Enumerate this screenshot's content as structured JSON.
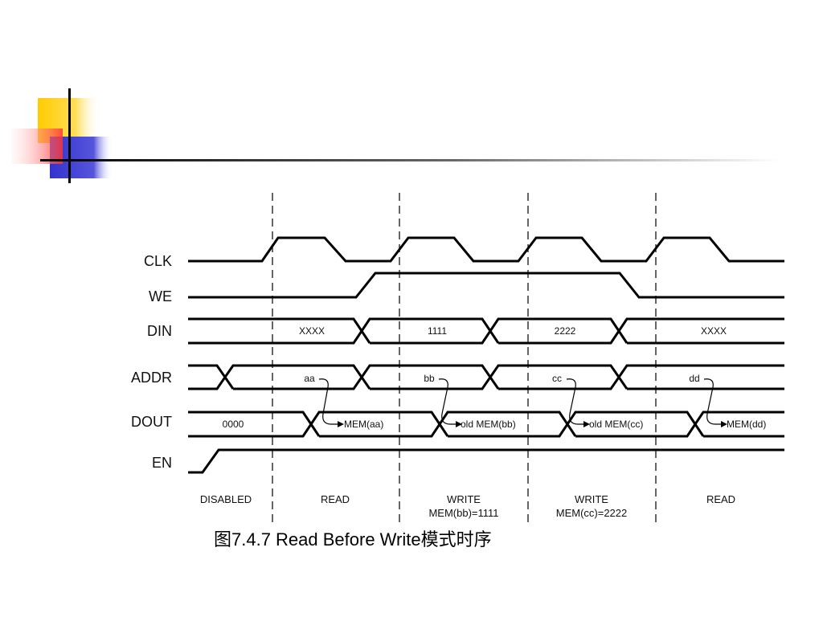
{
  "diagram": {
    "signals": [
      {
        "name": "CLK"
      },
      {
        "name": "WE"
      },
      {
        "name": "DIN",
        "values": [
          "XXXX",
          "1111",
          "2222",
          "XXXX"
        ]
      },
      {
        "name": "ADDR",
        "values": [
          "aa",
          "bb",
          "cc",
          "dd"
        ]
      },
      {
        "name": "DOUT",
        "values": [
          "0000",
          "MEM(aa)",
          "old MEM(bb)",
          "old MEM(cc)",
          "MEM(dd)"
        ]
      },
      {
        "name": "EN"
      }
    ],
    "phases": [
      {
        "label": "DISABLED",
        "sub": ""
      },
      {
        "label": "READ",
        "sub": ""
      },
      {
        "label": "WRITE",
        "sub": "MEM(bb)=1111"
      },
      {
        "label": "WRITE",
        "sub": "MEM(cc)=2222"
      },
      {
        "label": "READ",
        "sub": ""
      }
    ]
  },
  "caption": "图7.4.7 Read Before Write模式时序",
  "colors": {
    "accent_yellow": "#ffcc00",
    "accent_red": "#ff3333",
    "accent_blue": "#3333cc",
    "line": "#000000"
  }
}
